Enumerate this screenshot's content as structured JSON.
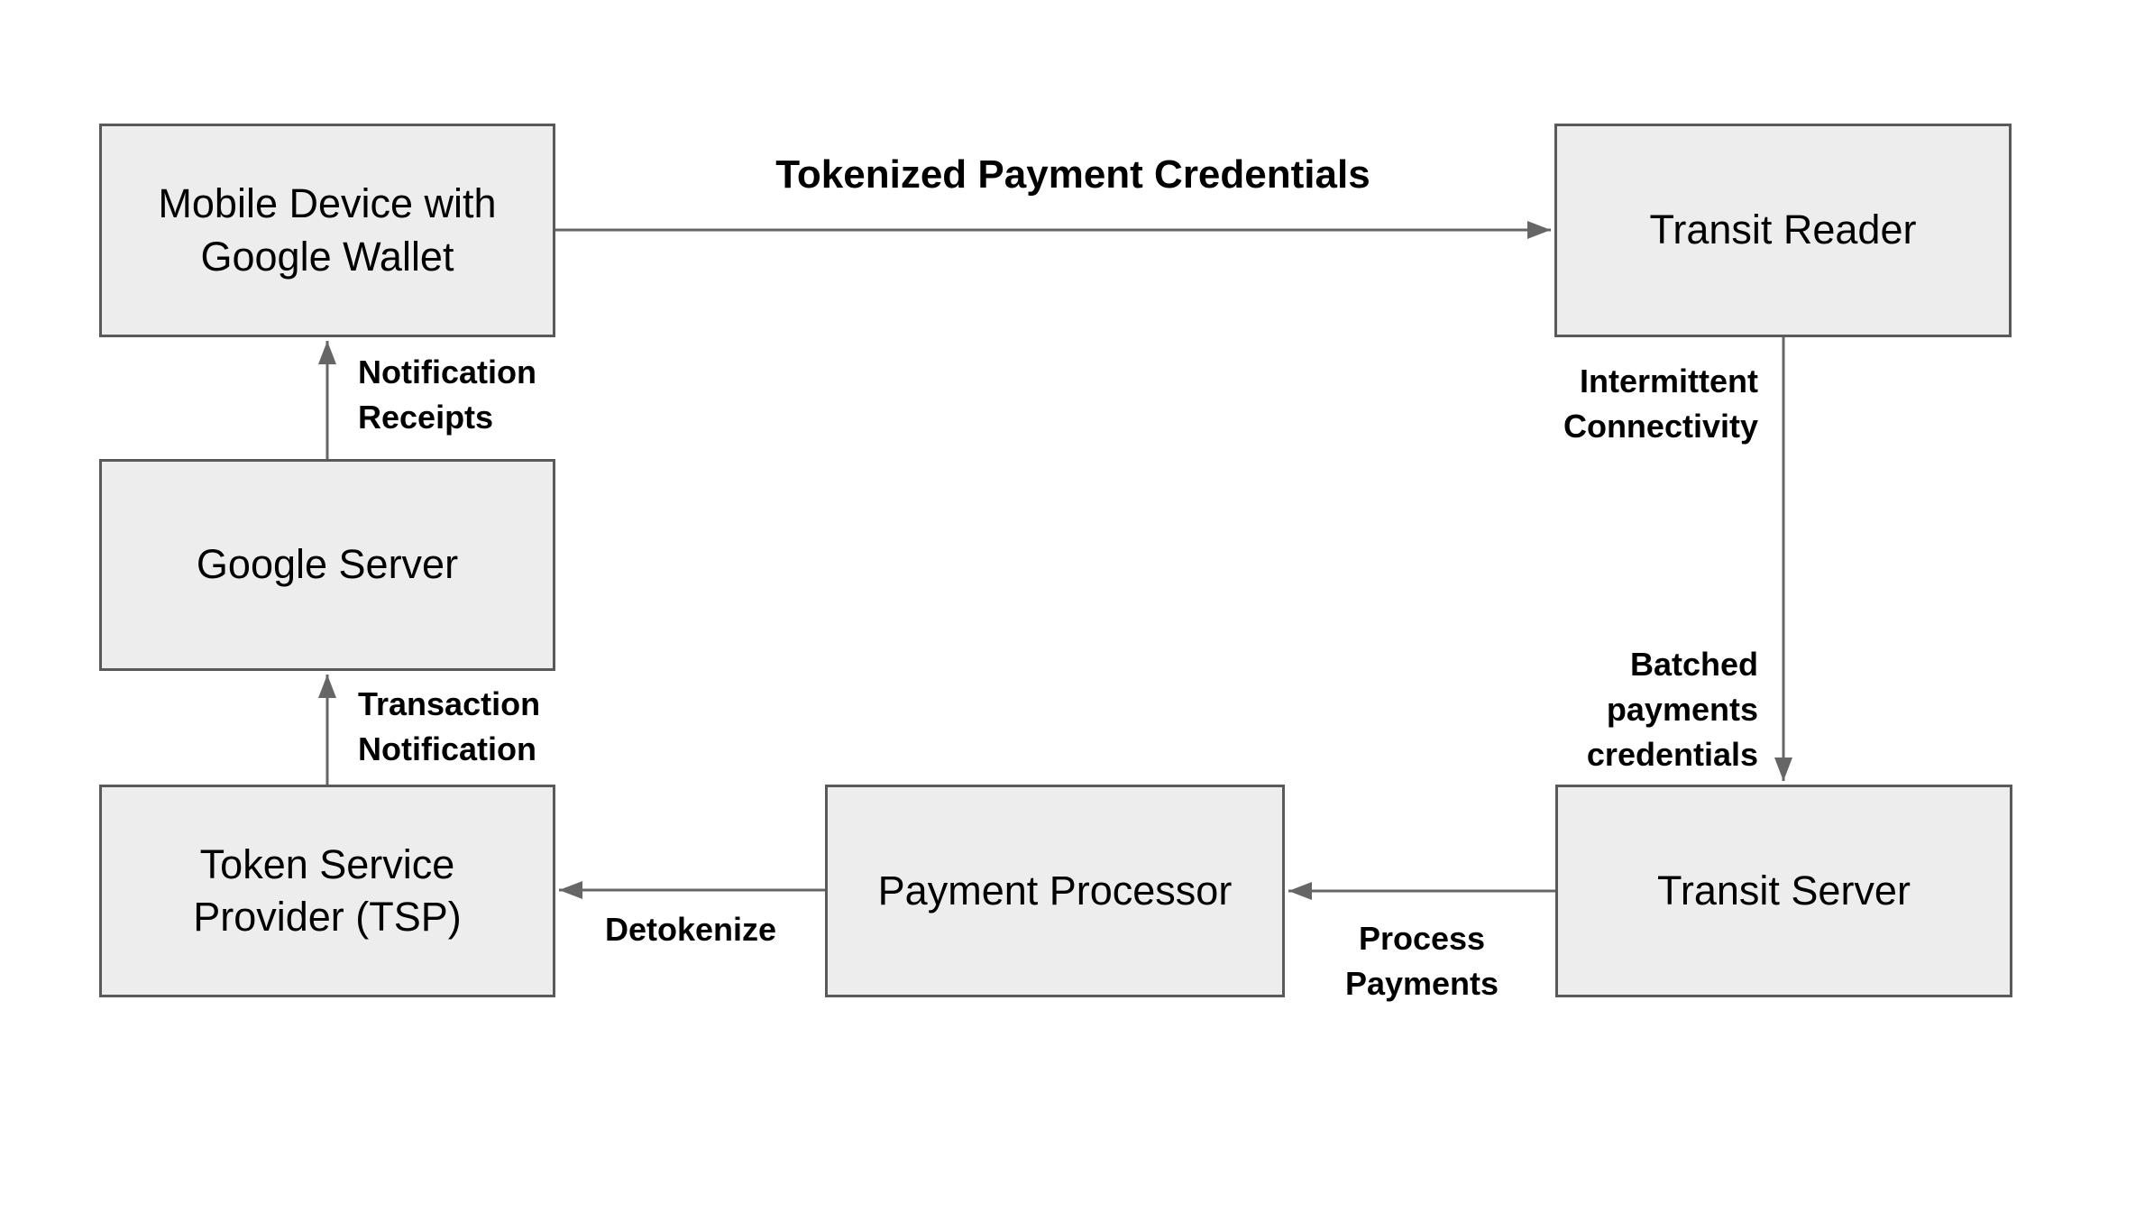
{
  "canvas": {
    "colors": {
      "background": "#ffffff",
      "node_fill": "#ededed",
      "node_border": "#595959",
      "node_text": "#000000",
      "arrow": "#666666",
      "label_text": "#000000"
    }
  },
  "nodes": [
    {
      "id": "mobile-device",
      "label": "Mobile Device with\nGoogle Wallet"
    },
    {
      "id": "google-server",
      "label": "Google Server"
    },
    {
      "id": "token-service-provider",
      "label": "Token Service\nProvider (TSP)"
    },
    {
      "id": "payment-processor",
      "label": "Payment Processor"
    },
    {
      "id": "transit-reader",
      "label": "Transit Reader"
    },
    {
      "id": "transit-server",
      "label": "Transit Server"
    }
  ],
  "edges": [
    {
      "from": "mobile-device",
      "to": "transit-reader",
      "label": "Tokenized Payment Credentials"
    },
    {
      "from": "google-server",
      "to": "mobile-device",
      "label": "Notification\nReceipts"
    },
    {
      "from": "token-service-provider",
      "to": "google-server",
      "label": "Transaction\nNotification"
    },
    {
      "from": "payment-processor",
      "to": "token-service-provider",
      "label": "Detokenize"
    },
    {
      "from": "transit-server",
      "to": "payment-processor",
      "label": "Process\nPayments"
    },
    {
      "from": "transit-reader",
      "to": "transit-server",
      "labels": [
        "Intermittent\nConnectivity",
        "Batched\npayments\ncredentials"
      ]
    }
  ]
}
